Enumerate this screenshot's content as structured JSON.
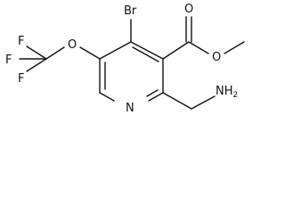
{
  "molecule": {
    "atoms": {
      "n_ring": "N",
      "br": "Br",
      "ester_o_carbonyl": "O",
      "ester_o_methoxy": "O",
      "ether_o": "O",
      "f_top": "F",
      "f_left": "F",
      "f_bottom": "F",
      "amine": "NH",
      "amine_h_subscript": "2"
    }
  }
}
